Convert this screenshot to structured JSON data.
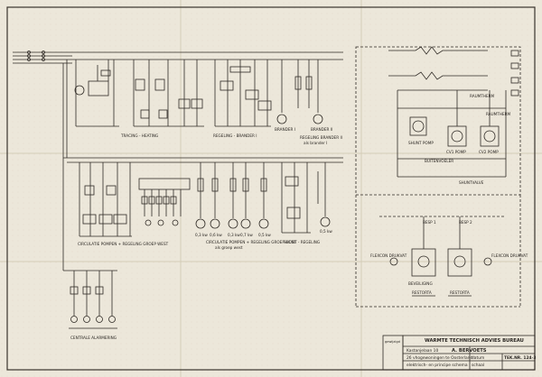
{
  "labels": {
    "tracing_heater": "TRACING - HEATING",
    "burner_control": "REGELING - BRANDER I",
    "burner_1": "BRANDER I",
    "burner_2": "BRANDER II",
    "burner_2_control": "REGELING BRANDER II",
    "burner_2_note": "als brander I",
    "circulation_pumps": "CIRCULATIE POMPEN + REGELING GROEP WEST",
    "circulation_pumps_east": "CIRCULATIE POMPEN + REGELING GROEP OOST",
    "circulation_note": "als groep west",
    "shunt_control": "SHUNT - REGELING",
    "central_alarm": "CENTRALE ALARMERING",
    "motor_ratings": [
      "0,3 kw",
      "0,6 kw",
      "0,3 kw",
      "0,7 kw",
      "0,5 kw",
      "0,5 kw"
    ],
    "room_thermostat": "RAUMTHERM",
    "room_thermostat_2": "RAUMTHERM",
    "shunt_pump": "SHUNT POMP",
    "cv_pump_1": "CV1 POMP",
    "cv_pump_2": "CV2 POMP",
    "outside_sensor": "BUITENVOELER",
    "shunt_valve": "SHUNTVALVE",
    "flow_sensor_left": "FLEXCON DRUKVAT",
    "flow_sensor_right": "FLEXCON DRUKVAT",
    "safety_label": "BEVEILIGING",
    "overflow_left": "RESTORTA",
    "overflow_right": "RESTORTA",
    "heater_1": "BESP 1",
    "heater_2": "BESP 2"
  },
  "title_block": {
    "company": "WARMTE TECHNISCH ADVIES BUREAU",
    "company2": "A. BERVOETS",
    "address": "Kastanjelaan 10",
    "project": "26 vhogewoningen te Oosterland",
    "drawing": "elektrisch- en principe schema",
    "drawing_no": "TEK.NR. 124-3",
    "date_label": "datum",
    "scale_label": "schaal",
    "revision": "gewijzigd"
  }
}
